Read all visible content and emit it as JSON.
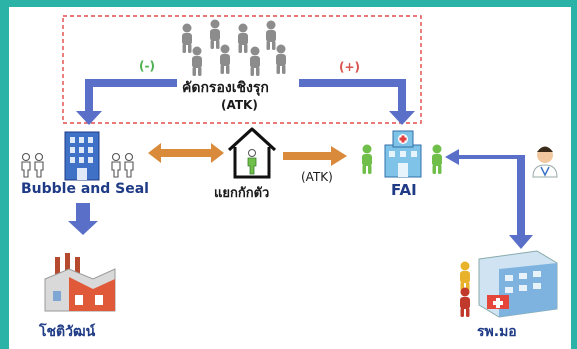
{
  "colors": {
    "frame": "#2bb3a8",
    "arrow_blue": "#5a6fc7",
    "arrow_orange": "#d98a3a",
    "dash_red": "#e24b4b",
    "text_dark": "#1f3b86",
    "minus_green": "#4caf50",
    "plus_red": "#d9534f",
    "person_gray": "#8c8c8c",
    "person_green": "#6fbf4a"
  },
  "labels": {
    "screening_title": "คัดกรองเชิงรุก",
    "screening_sub": "(ATK)",
    "minus": "(-)",
    "plus": "(+)",
    "bubble_seal": "Bubble and Seal",
    "isolation": "แยกกักตัว",
    "atk": "(ATK)",
    "fai": "FAI",
    "factory": "โชติวัฒน์",
    "hospital": "รพ.มอ"
  },
  "icons": {
    "crowd": "people-group-icon",
    "office": "office-building-icon",
    "house": "house-person-icon",
    "field_hospital": "field-hospital-icon",
    "doctor": "doctor-icon",
    "factory": "factory-icon",
    "hospital": "hospital-building-icon"
  }
}
